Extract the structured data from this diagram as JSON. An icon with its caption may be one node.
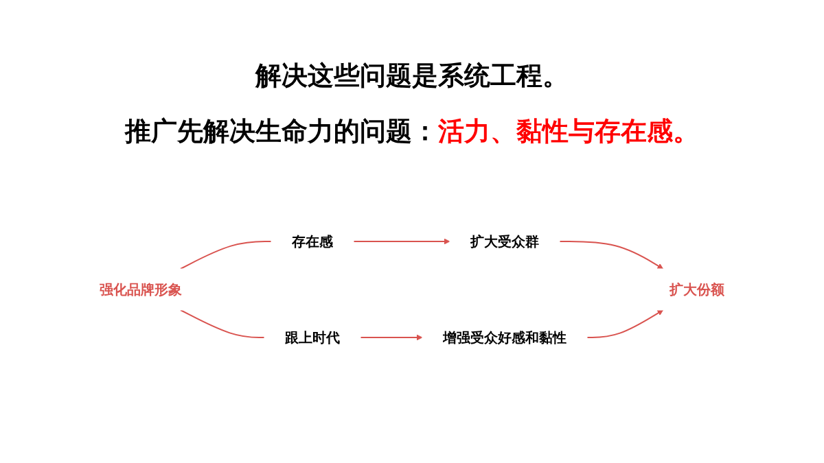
{
  "diagram": {
    "title": "解决这些问题是系统工程。",
    "nodes": [
      {
        "text": [
          "强化品牌形象"
        ]
      },
      {
        "text": [
          "存在感"
        ]
      },
      {
        "text": [
          "跟上时代"
        ]
      },
      {
        "text": [
          "扩大受众群"
        ]
      },
      {
        "text": [
          "增强受众好感和黏性"
        ]
      },
      {
        "text": [
          "扩大份额"
        ]
      }
    ],
    "edges": [
      {
        "from": 0,
        "to": 1,
        "arrow": "none"
      },
      {
        "from": 0,
        "to": 2,
        "arrow": "none"
      },
      {
        "from": 1,
        "to": 3,
        "arrow": "to"
      },
      {
        "from": 2,
        "to": 4,
        "arrow": "to"
      },
      {
        "from": 3,
        "to": 5,
        "arrow": "to"
      },
      {
        "from": 4,
        "to": 5,
        "arrow": "to"
      }
    ],
    "labels": [
      "推广先解决生命力的问题：",
      "活力、黏性与存在感。"
    ]
  }
}
